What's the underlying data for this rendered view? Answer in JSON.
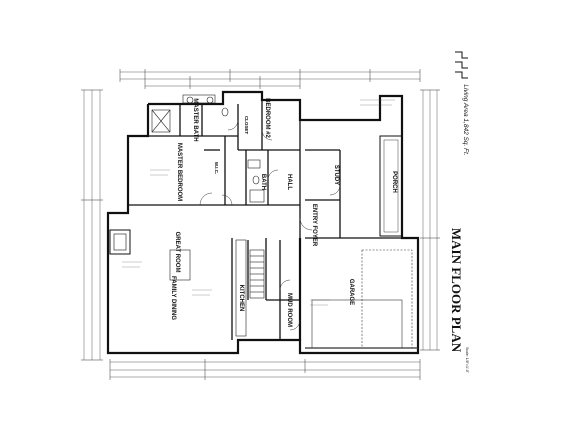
{
  "title": "MAIN FLOOR PLAN",
  "living_area": "Living Area 1,842 Sq. Ft.",
  "scale": "Scale: 1/8\"=1'-0\"",
  "rooms": {
    "master_bath": "MASTER BATH",
    "bedroom2": "BEDROOM #2",
    "master_bedroom": "MASTER BEDROOM",
    "bath": "BATH",
    "hall": "HALL",
    "study": "STUDY",
    "porch": "PORCH",
    "entry_foyer": "ENTRY FOYER",
    "great_room": "GREAT ROOM",
    "family_dining": "FAMILY DINING",
    "kitchen": "KITCHEN",
    "mud_room": "MUD ROOM",
    "garage": "GARAGE",
    "walk_in_closet": "W.I.C.",
    "closet": "CLOSET"
  }
}
